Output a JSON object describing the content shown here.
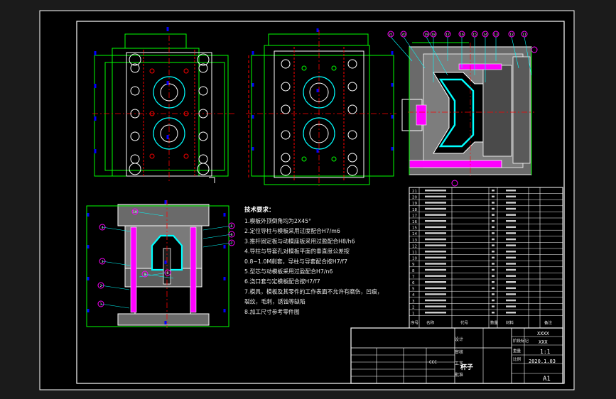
{
  "colors": {
    "background": "#1b1b1b",
    "paper": "#000000",
    "line_white": "#ffffff",
    "line_green": "#00ff00",
    "line_red": "#ff0000",
    "line_blue": "#0000ff",
    "line_magenta": "#ff00ff",
    "line_cyan": "#00ffff",
    "line_yellow": "#ffff00",
    "hatch": "#7a7a7a"
  },
  "notes": {
    "heading": "技术要求：",
    "items": [
      "1.模板外顶倒角均为2X45°",
      "2.定位导柱与模板采用过度配合H7/m6",
      "3.推杆固定板与动模座板采用过盈配合H8/h6",
      "4.导柱与导套孔对模板平面的垂直度公差按",
      "0.8~1.0M削套，导柱与导套配合按H7/f7",
      "5.型芯与动模板采用过盈配合H7/n6",
      "6.浇口套与定模板配合按H7/f7",
      "7.模具，模板及其零件的工作表面不允许有磨伤，凹痕，",
      "裂纹，毛刺，锈蚀等缺陷",
      "8.加工尺寸参考零件图"
    ]
  },
  "bom": {
    "row_numbers": [
      "21",
      "20",
      "19",
      "18",
      "17",
      "16",
      "15",
      "14",
      "13",
      "12",
      "11",
      "10",
      "9",
      "8",
      "7",
      "6",
      "5",
      "4",
      "3",
      "2",
      "1"
    ],
    "header": [
      "序号",
      "名称",
      "代号",
      "数量",
      "材料",
      "备注"
    ]
  },
  "title_block": {
    "part_name": "杯子",
    "sheet_size": "A1",
    "scale": "1:1",
    "date": "2020.1.03",
    "code1": "XXXX",
    "code2": "XXX",
    "sheet_count": "CCC",
    "label_design": "设计",
    "label_check": "审核",
    "label_process": "工艺",
    "label_approve": "批准",
    "label_stage": "阶段标记",
    "label_weight": "重量",
    "label_ratio": "比例"
  },
  "balloons": {
    "section_top": [
      "21",
      "20",
      "19",
      "18",
      "17",
      "16",
      "15",
      "14",
      "13",
      "12",
      "11"
    ],
    "section_side": [
      "1",
      "2",
      "3",
      "4",
      "5",
      "6",
      "7",
      "8",
      "9",
      "10"
    ]
  }
}
